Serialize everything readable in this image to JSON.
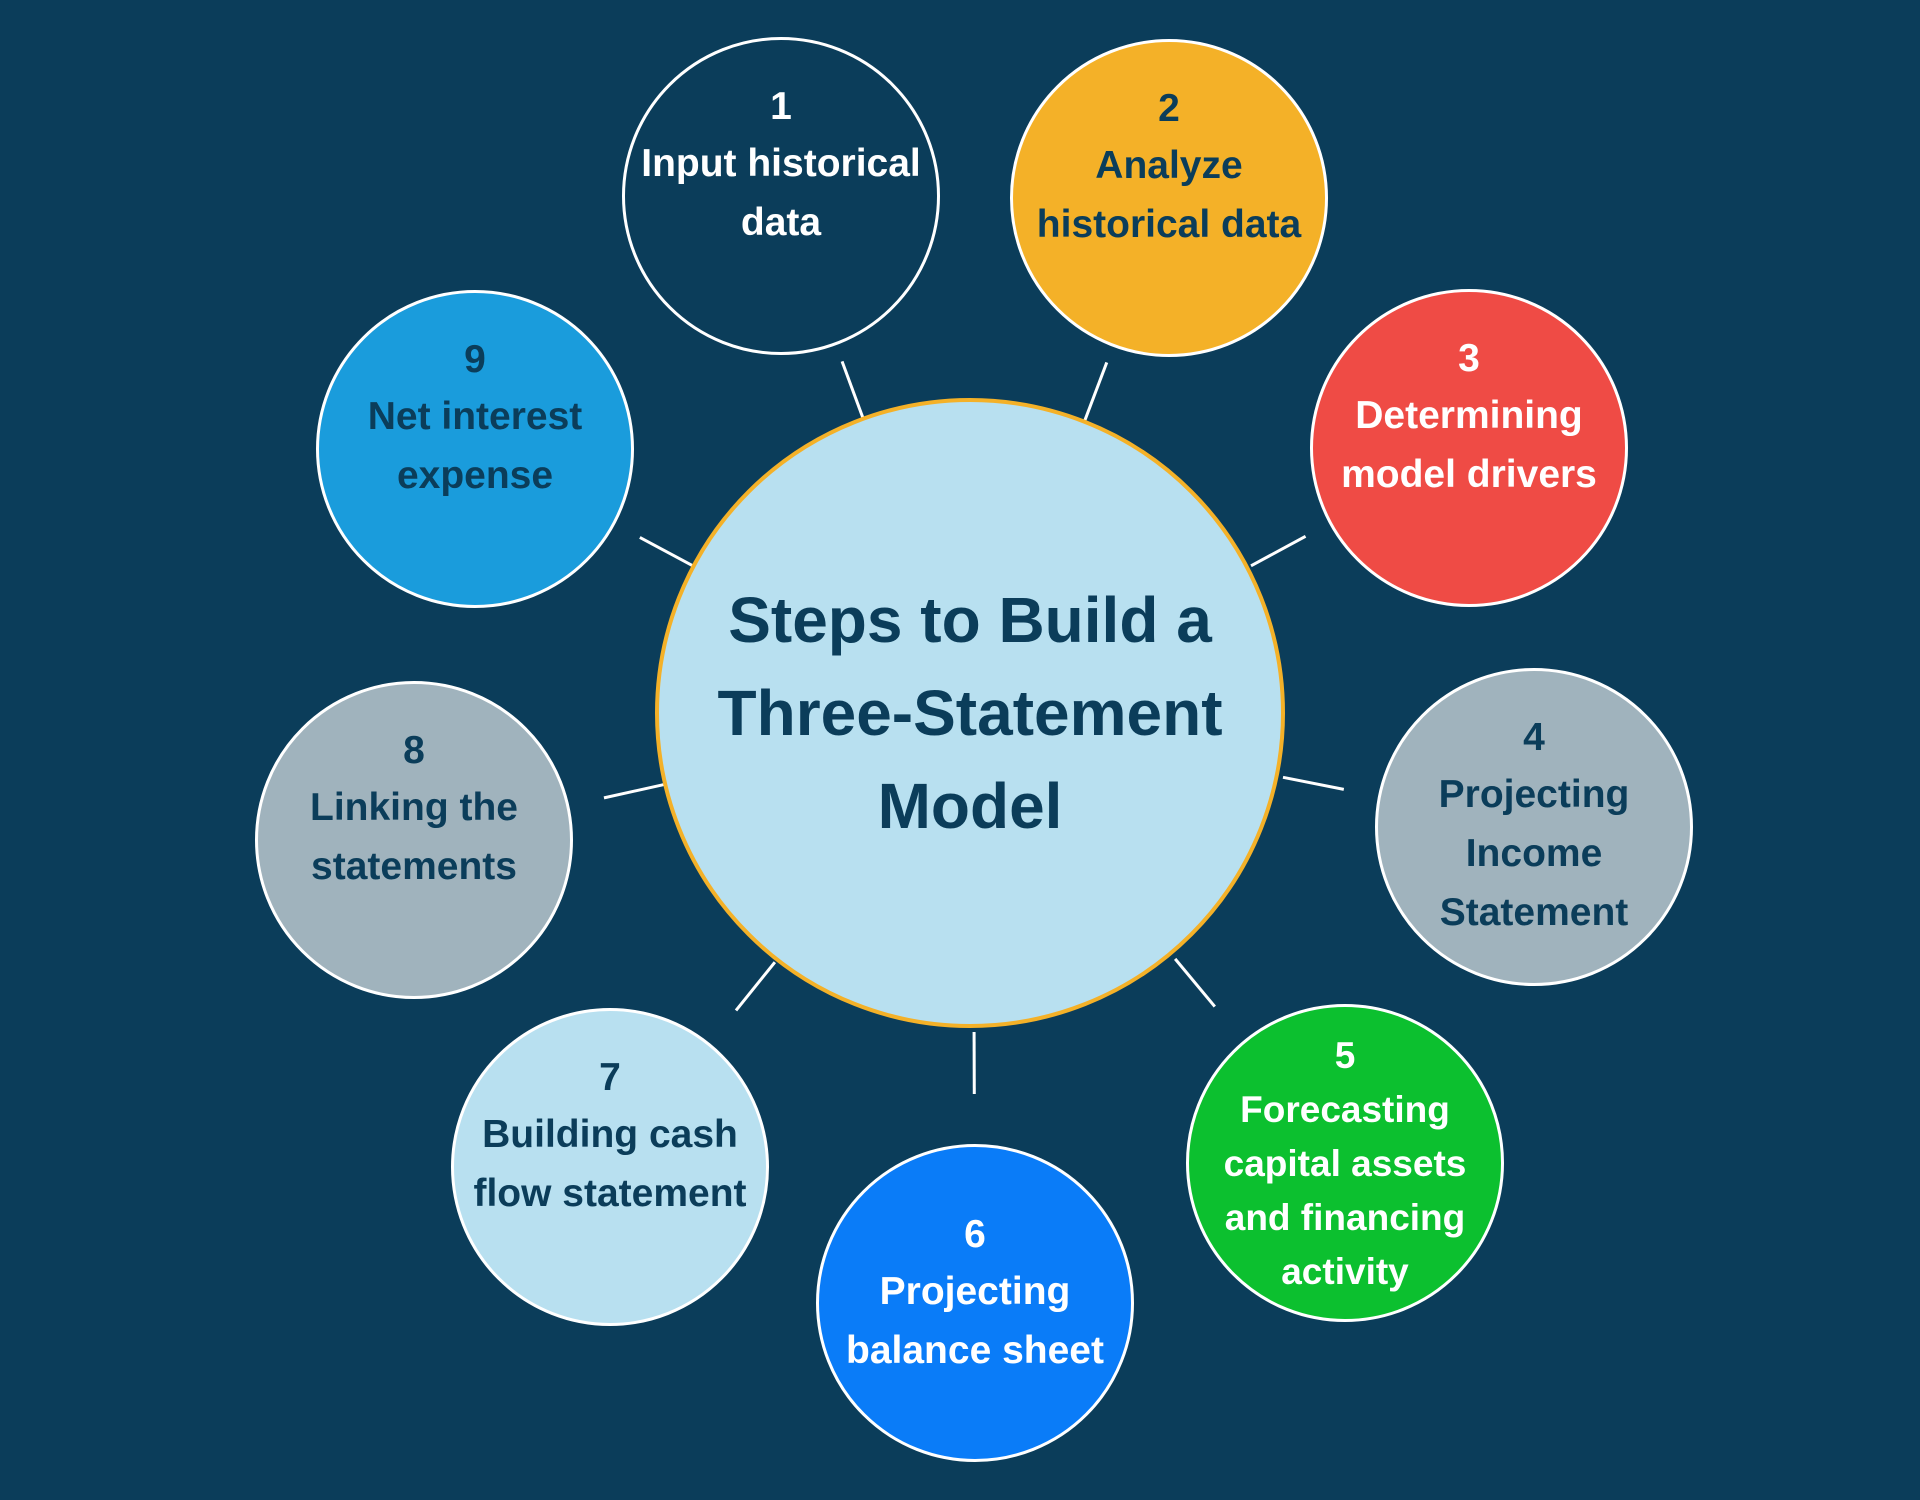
{
  "title": "Steps to Build a Three-Statement Model",
  "colors": {
    "background": "#0b3d5a",
    "center_fill": "#b8e0f0",
    "center_border": "#f4b128"
  },
  "steps": [
    {
      "number": "1",
      "label": "Input historical data",
      "fill": "#0b3d5a",
      "text": "#ffffff"
    },
    {
      "number": "2",
      "label": "Analyze historical data",
      "fill": "#f4b128",
      "text": "#0b3d5a"
    },
    {
      "number": "3",
      "label": "Determining model drivers",
      "fill": "#ef4b45",
      "text": "#ffffff"
    },
    {
      "number": "4",
      "label": "Projecting Income Statement",
      "fill": "#a0b3bd",
      "text": "#0b3d5a"
    },
    {
      "number": "5",
      "label": "Forecasting capital assets and financing activity",
      "fill": "#0cc02f",
      "text": "#ffffff"
    },
    {
      "number": "6",
      "label": "Projecting balance sheet",
      "fill": "#0a7cf8",
      "text": "#ffffff"
    },
    {
      "number": "7",
      "label": "Building cash flow statement",
      "fill": "#b8e0f0",
      "text": "#0b3d5a"
    },
    {
      "number": "8",
      "label": "Linking the statements",
      "fill": "#a0b3bd",
      "text": "#0b3d5a"
    },
    {
      "number": "9",
      "label": "Net interest expense",
      "fill": "#1a9cdc",
      "text": "#0b3d5a"
    }
  ]
}
